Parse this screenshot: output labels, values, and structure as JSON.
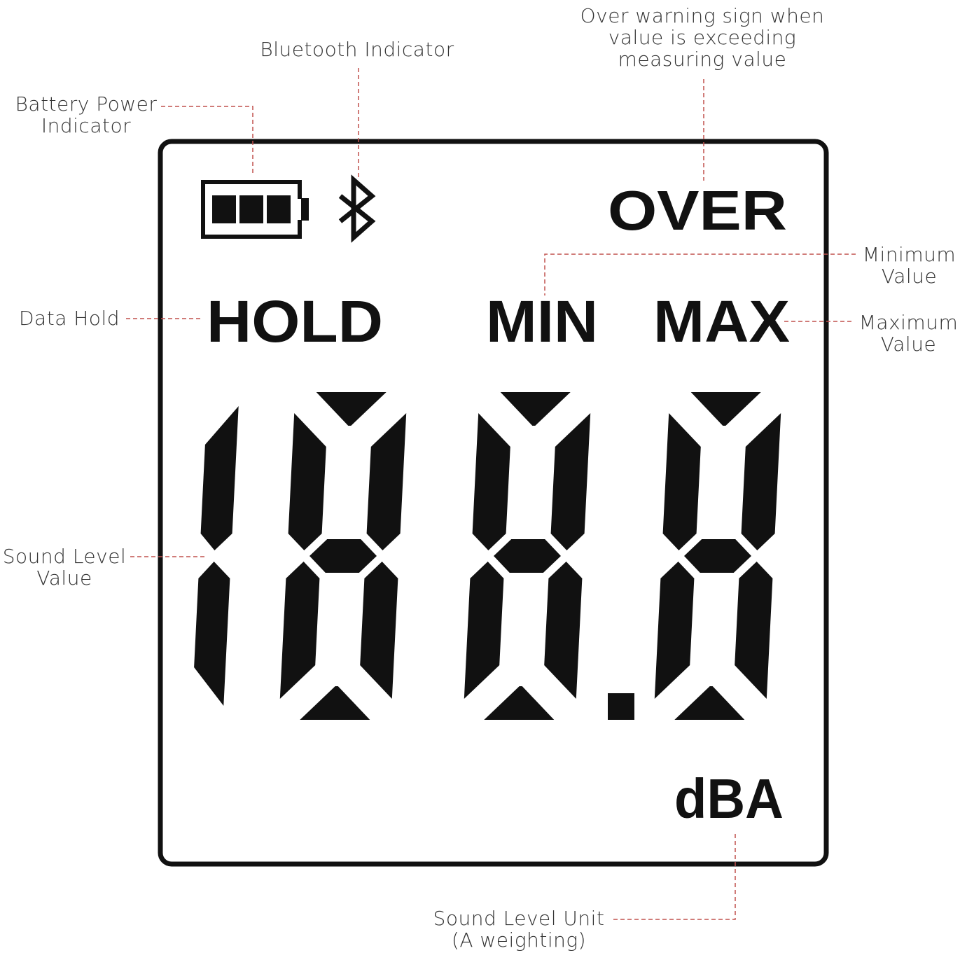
{
  "colors": {
    "leader": "#c0504d",
    "segment": "#111111",
    "frame": "#111111",
    "label": "#333333",
    "background": "#ffffff"
  },
  "callouts": {
    "battery": {
      "line1": "Battery Power",
      "line2": "Indicator"
    },
    "bluetooth": {
      "line1": "Bluetooth Indicator"
    },
    "over": {
      "line1": "Over warning sign when",
      "line2": "value is exceeding",
      "line3": "measuring value"
    },
    "minimum": {
      "line1": "Minimum",
      "line2": "Value"
    },
    "maximum": {
      "line1": "Maximum",
      "line2": "Value"
    },
    "hold": {
      "line1": "Data Hold"
    },
    "sound_level": {
      "line1": "Sound Level",
      "line2": "Value"
    },
    "unit": {
      "line1": "Sound Level Unit",
      "line2": "(A weighting)"
    }
  },
  "display": {
    "over": "OVER",
    "hold": "HOLD",
    "min": "MIN",
    "max": "MAX",
    "unit": "dBA",
    "reading": "188.8",
    "battery_icon": "battery-full-icon",
    "bluetooth_icon": "bluetooth-icon"
  }
}
